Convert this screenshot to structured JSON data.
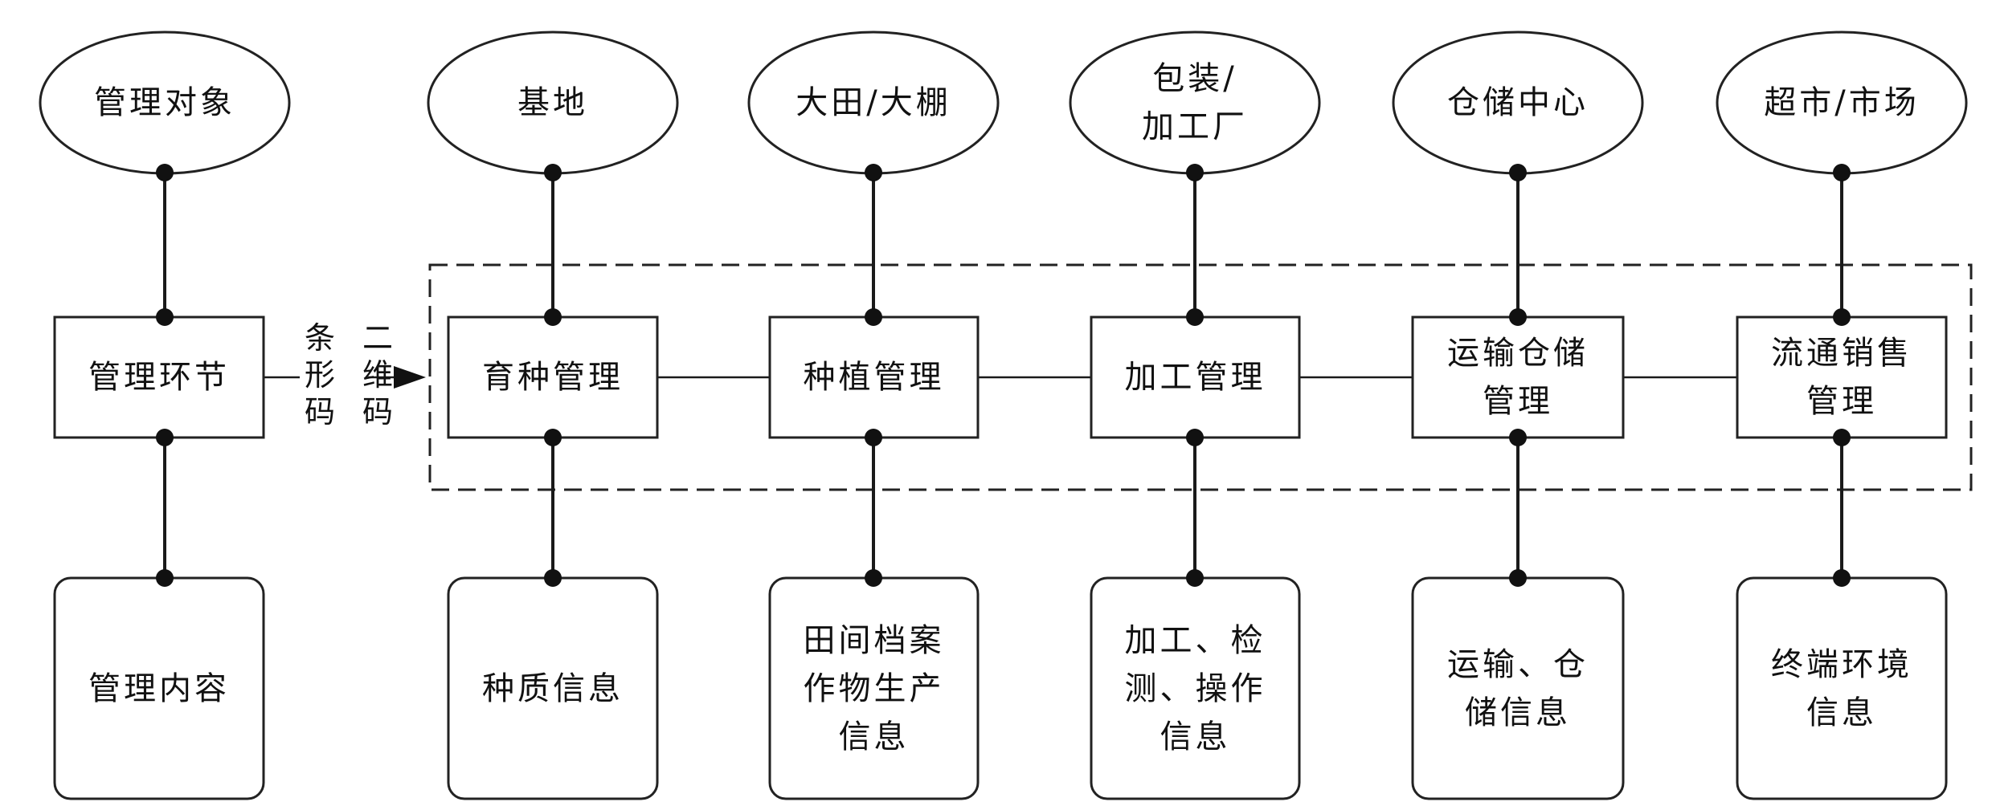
{
  "objects": [
    "管理对象",
    "基地",
    "大田/大棚",
    "包装/\n加工厂",
    "仓储中心",
    "超市/市场"
  ],
  "stages": [
    "管理环节",
    "育种管理",
    "种植管理",
    "加工管理",
    "运输仓储\n管理",
    "流通销售\n管理"
  ],
  "contents": [
    "管理内容",
    "种质信息",
    "田间档案\n作物生产\n信息",
    "加工、检\n测、操作\n信息",
    "运输、仓\n储信息",
    "终端环境\n信息"
  ],
  "code_labels": [
    "条形码",
    "二维码"
  ]
}
